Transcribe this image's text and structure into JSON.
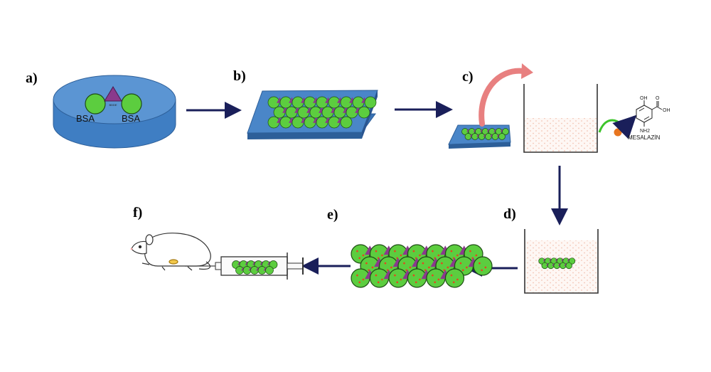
{
  "steps": {
    "a": "a)",
    "b": "b)",
    "c": "c)",
    "d": "d)",
    "e": "e)",
    "f": "f)"
  },
  "disc": {
    "left_label": "BSA",
    "right_label": "BSA",
    "crosslinker_label": "BDDE"
  },
  "drug": {
    "name": "MESALAZİN",
    "oh": "OH",
    "cooh": "OH",
    "carbonyl": "O",
    "amine": "NH2"
  },
  "colors": {
    "plate": "#4a86c8",
    "plate_dark": "#2d5f99",
    "sphere": "#5ccd3f",
    "sphere_stroke": "#1e4d14",
    "triangle": "#8a3a8c",
    "arrow": "#1a1f5a",
    "curve_arrow": "#e07a7a",
    "solution_dot": "#e59a80",
    "drug_dot": "#e8431f"
  },
  "icons": [
    "rat-icon",
    "syringe-icon",
    "curved-arrow-icon"
  ]
}
